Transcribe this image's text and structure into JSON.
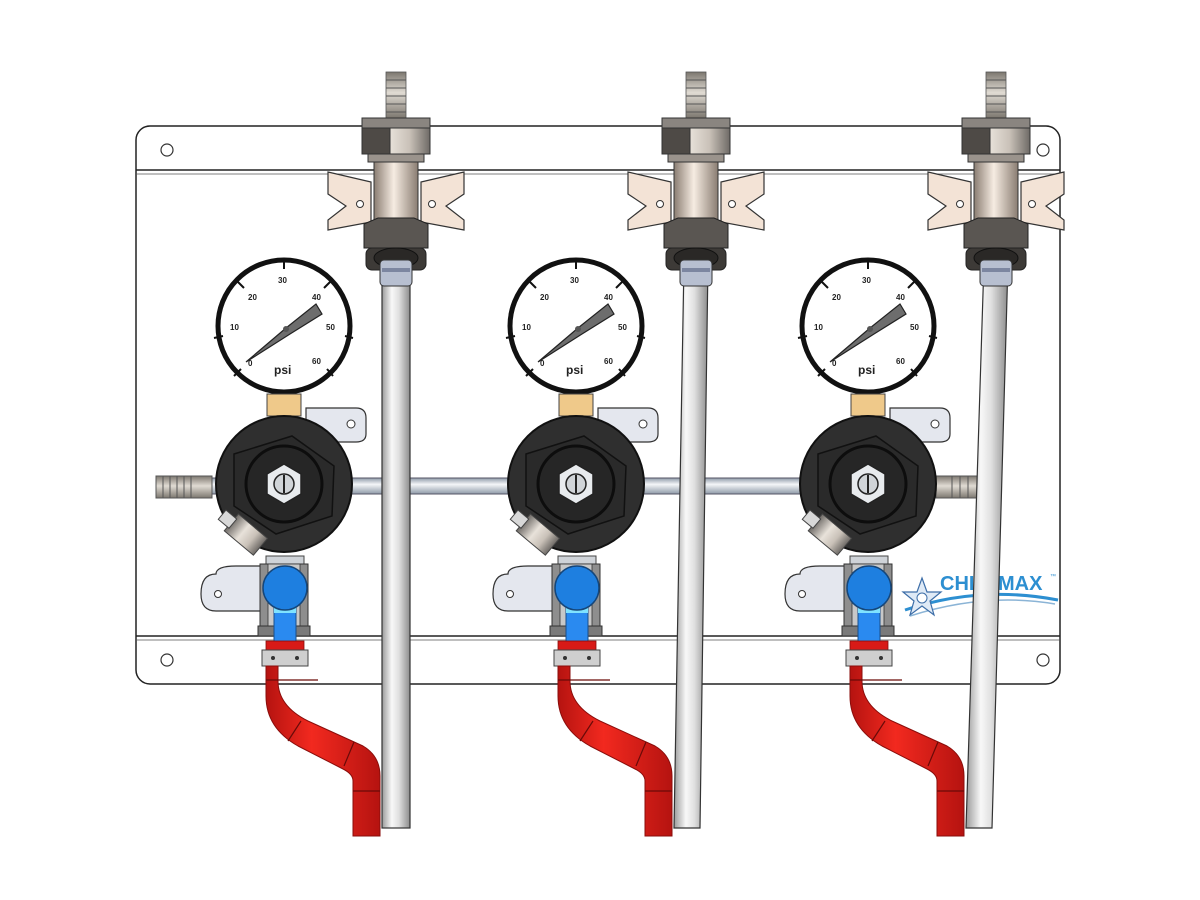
{
  "image": {
    "description": "CAD rendering of a triple secondary CO2 regulator panel",
    "regulator_count": 3
  },
  "brand": {
    "name_left": "CHI",
    "name_right": "MAX",
    "trademark": "™",
    "color": "#2d8fd1"
  },
  "gauges": [
    {
      "ticks": [
        "0",
        "10",
        "20",
        "30",
        "40",
        "50",
        "60"
      ],
      "unit": "psi"
    },
    {
      "ticks": [
        "0",
        "10",
        "20",
        "30",
        "40",
        "50",
        "60"
      ],
      "unit": "psi"
    },
    {
      "ticks": [
        "0",
        "10",
        "20",
        "30",
        "40",
        "50",
        "60"
      ],
      "unit": "psi"
    }
  ],
  "colors": {
    "panel": "#ffffff",
    "regulator_body": "#2b2b2b",
    "valve_handle": "#1e7fe0",
    "red_hose": "#e8201c",
    "clear_hose": "#e6e6e6",
    "brass_stem": "#efc98a",
    "mount_bracket": "#f3e3d6"
  }
}
